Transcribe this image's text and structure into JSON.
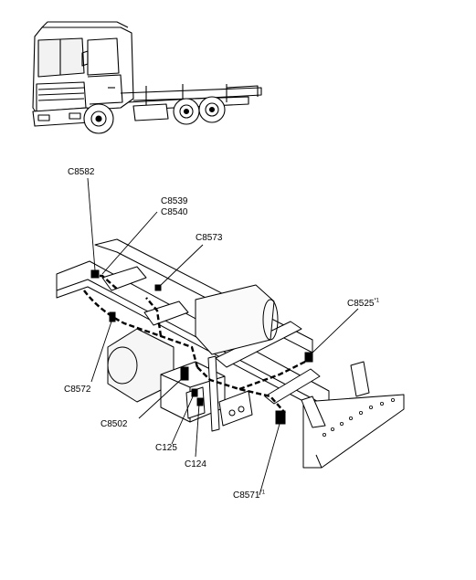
{
  "colors": {
    "ink": "#000000",
    "paper": "#ffffff",
    "shade": "#d9d9d9"
  },
  "icons": {
    "truck": "truck-illustration",
    "chassis": "chassis-frame-illustration"
  },
  "connectors": {
    "c8582": {
      "code": "C8582",
      "note": ""
    },
    "c8539": {
      "code": "C8539",
      "note": ""
    },
    "c8540": {
      "code": "C8540",
      "note": ""
    },
    "c8573": {
      "code": "C8573",
      "note": ""
    },
    "c8525": {
      "code": "C8525",
      "note": "*1"
    },
    "c8572": {
      "code": "C8572",
      "note": ""
    },
    "c8502": {
      "code": "C8502",
      "note": ""
    },
    "c125": {
      "code": "C125",
      "note": ""
    },
    "c124": {
      "code": "C124",
      "note": ""
    },
    "c8571": {
      "code": "C8571",
      "note": "*1"
    }
  }
}
